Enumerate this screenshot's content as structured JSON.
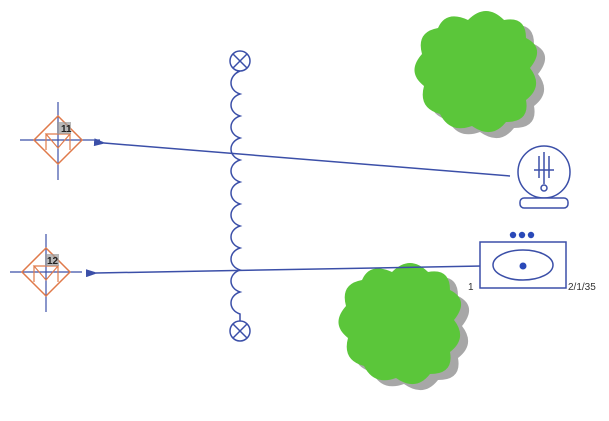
{
  "diagram": {
    "nodes": {
      "node_11": {
        "label": "11"
      },
      "node_12": {
        "label": "12"
      }
    },
    "device": {
      "left_label": "1",
      "right_label": "2/1/35"
    },
    "colors": {
      "line": "#3b4fa8",
      "orange": "#e07a4a",
      "tree": "#5cc43c",
      "shadow": "#a0a0a0"
    }
  }
}
